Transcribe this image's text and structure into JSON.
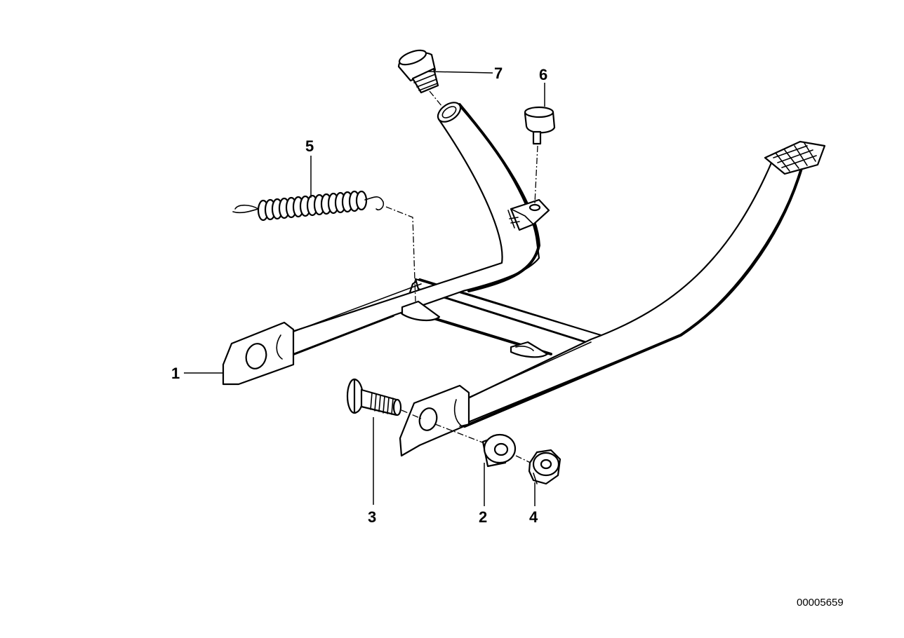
{
  "diagram": {
    "reference_number": "00005659",
    "parts": [
      {
        "id": "1",
        "label": "1"
      },
      {
        "id": "2",
        "label": "2"
      },
      {
        "id": "3",
        "label": "3"
      },
      {
        "id": "4",
        "label": "4"
      },
      {
        "id": "5",
        "label": "5"
      },
      {
        "id": "6",
        "label": "6"
      },
      {
        "id": "7",
        "label": "7"
      }
    ]
  }
}
